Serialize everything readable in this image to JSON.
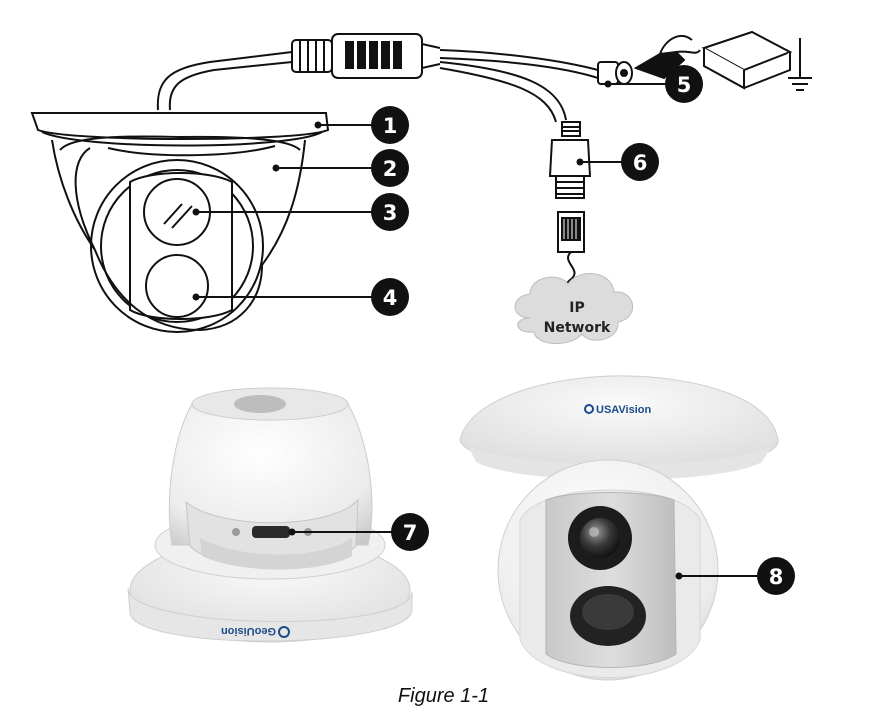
{
  "caption": "Figure 1-1",
  "callouts": [
    "1",
    "2",
    "3",
    "4",
    "5",
    "6",
    "7",
    "8"
  ],
  "network_cloud": {
    "line1": "IP",
    "line2": "Network"
  },
  "brand_logos": {
    "left_camera": "GeoUision",
    "right_camera": "USAVision"
  },
  "colors": {
    "line": "#111111",
    "callout_fill": "#111111",
    "cloud_fill": "#dcdcdc",
    "camera_body": "#f3f3f3"
  }
}
